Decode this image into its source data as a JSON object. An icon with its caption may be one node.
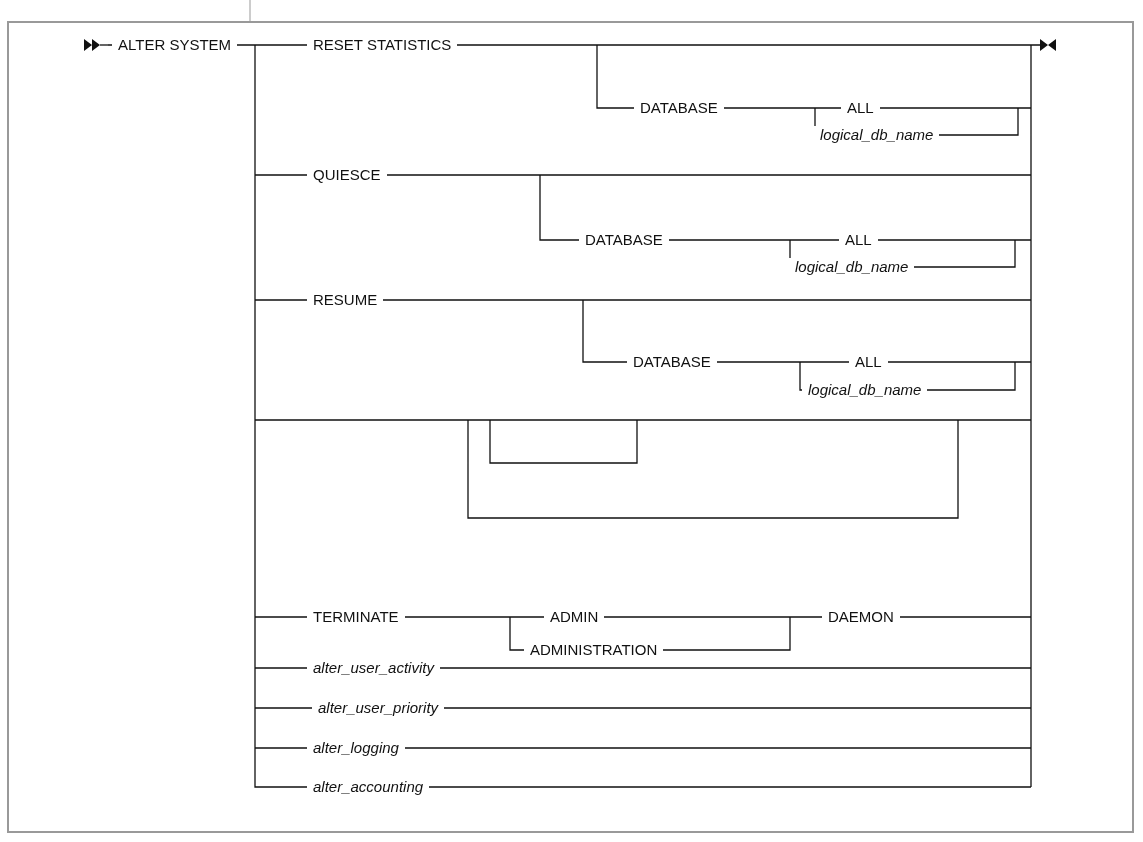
{
  "diagram": {
    "labels": [
      "ALTER SYSTEM",
      "RESET STATISTICS",
      "DATABASE",
      "ALL",
      "logical_db_name",
      "QUIESCE",
      "DATABASE",
      "ALL",
      "logical_db_name",
      "RESUME",
      "DATABASE",
      "ALL",
      "logical_db_name",
      "TERMINATE",
      "ADMIN",
      "DAEMON",
      "ADMINISTRATION",
      "alter_user_activity",
      "alter_user_priority",
      "alter_logging",
      "alter_accounting"
    ]
  }
}
